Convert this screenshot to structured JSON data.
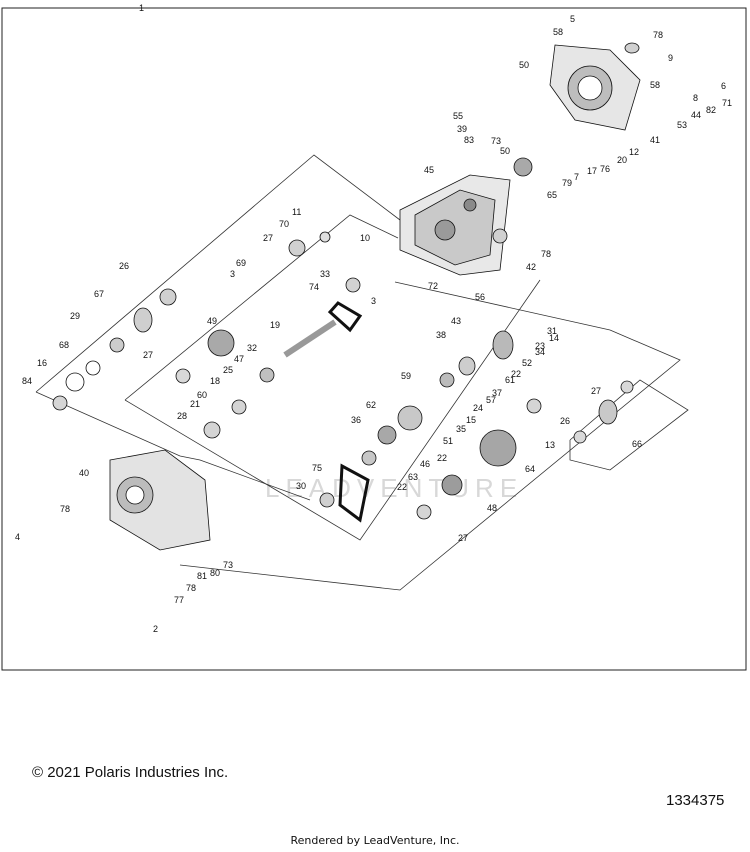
{
  "diagram": {
    "top_label": "1",
    "watermark": "LEADVENTURE",
    "callouts": [
      "5",
      "58",
      "78",
      "50",
      "9",
      "6",
      "58",
      "8",
      "71",
      "44",
      "82",
      "53",
      "41",
      "12",
      "55",
      "39",
      "83",
      "73",
      "50",
      "20",
      "76",
      "7",
      "17",
      "79",
      "45",
      "65",
      "11",
      "70",
      "10",
      "27",
      "78",
      "42",
      "26",
      "69",
      "3",
      "33",
      "72",
      "74",
      "3",
      "56",
      "67",
      "29",
      "49",
      "43",
      "19",
      "38",
      "68",
      "27",
      "32",
      "47",
      "16",
      "59",
      "25",
      "18",
      "84",
      "60",
      "21",
      "28",
      "62",
      "36",
      "75",
      "30",
      "40",
      "78",
      "4",
      "73",
      "80",
      "81",
      "78",
      "77",
      "2",
      "31",
      "14",
      "23",
      "34",
      "52",
      "22",
      "61",
      "37",
      "57",
      "24",
      "15",
      "35",
      "51",
      "27",
      "26",
      "22",
      "46",
      "63",
      "13",
      "64",
      "66",
      "48",
      "27",
      "22"
    ]
  },
  "footer": {
    "copyright": "© 2021 Polaris Industries Inc.",
    "diagram_number": "1334375",
    "rendered_by": "Rendered by LeadVenture, Inc."
  }
}
